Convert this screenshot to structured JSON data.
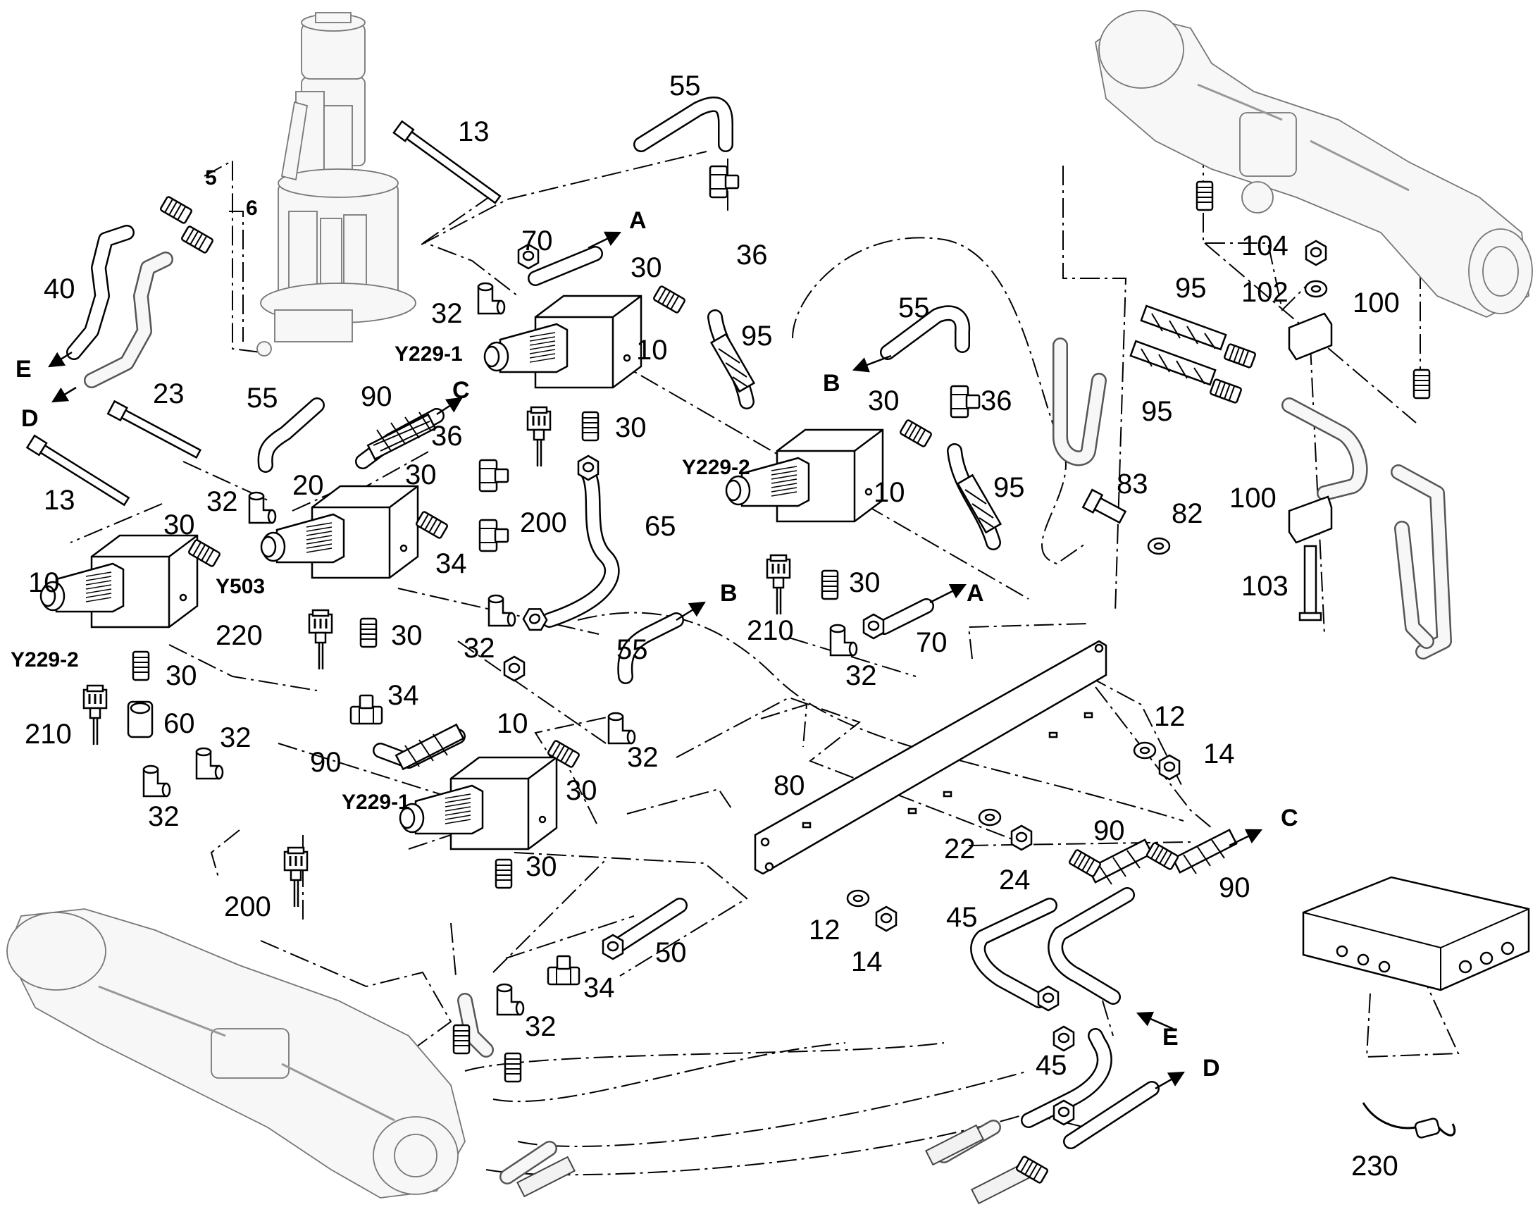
{
  "callouts": {
    "c5": "5",
    "c6": "6",
    "c10a": "10",
    "c10b": "10",
    "c10c": "10",
    "c10d": "10",
    "c12a": "12",
    "c12b": "12",
    "c13a": "13",
    "c13b": "13",
    "c14a": "14",
    "c14b": "14",
    "c20": "20",
    "c22": "22",
    "c23": "23",
    "c24": "24",
    "c30a": "30",
    "c30b": "30",
    "c30c": "30",
    "c30d": "30",
    "c30e": "30",
    "c30f": "30",
    "c30g": "30",
    "c30h": "30",
    "c30i": "30",
    "c30j": "30",
    "c32a": "32",
    "c32b": "32",
    "c32c": "32",
    "c32d": "32",
    "c32e": "32",
    "c32f": "32",
    "c32g": "32",
    "c32h": "32",
    "c34a": "34",
    "c34b": "34",
    "c34c": "34",
    "c36a": "36",
    "c36b": "36",
    "c36c": "36",
    "c40": "40",
    "c45a": "45",
    "c45b": "45",
    "c50": "50",
    "c55a": "55",
    "c55b": "55",
    "c55c": "55",
    "c55d": "55",
    "c60": "60",
    "c65": "65",
    "c70a": "70",
    "c70b": "70",
    "c80": "80",
    "c82": "82",
    "c83": "83",
    "c90a": "90",
    "c90b": "90",
    "c90c": "90",
    "c90d": "90",
    "c95a": "95",
    "c95b": "95",
    "c95c": "95",
    "c95d": "95",
    "c100a": "100",
    "c100b": "100",
    "c102": "102",
    "c103": "103",
    "c104": "104",
    "c200a": "200",
    "c200b": "200",
    "c210a": "210",
    "c210b": "210",
    "c220": "220",
    "c230": "230"
  },
  "valves": {
    "y229_1_top": "Y229-1",
    "y229_2_right": "Y229-2",
    "y503": "Y503",
    "y229_2_left": "Y229-2",
    "y229_1_bottom": "Y229-1"
  },
  "refs": {
    "a1": "A",
    "a2": "A",
    "b1": "B",
    "b2": "B",
    "c1": "C",
    "c2": "C",
    "d1": "D",
    "d2": "D",
    "e1": "E",
    "e2": "E"
  }
}
